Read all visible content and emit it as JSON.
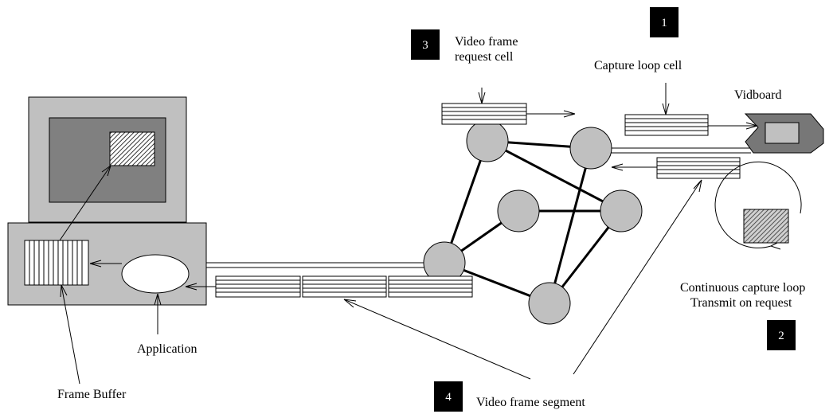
{
  "labels": {
    "video_frame_request_cell_line1": "Video frame",
    "video_frame_request_cell_line2": "request cell",
    "capture_loop_cell": "Capture loop cell",
    "vidboard": "Vidboard",
    "continuous_capture_loop": "Continuous capture loop",
    "transmit_on_request": "Transmit on request",
    "application": "Application",
    "frame_buffer": "Frame Buffer",
    "video_frame_segment": "Video frame segment"
  },
  "badges": {
    "one": "1",
    "two": "2",
    "three": "3",
    "four": "4"
  },
  "colors": {
    "workstation_gray": "#c0c0c0",
    "screen_dark": "#808080",
    "vidboard_dark": "#777777",
    "node_fill": "#c0c0c0",
    "badge_bg": "#000000"
  }
}
